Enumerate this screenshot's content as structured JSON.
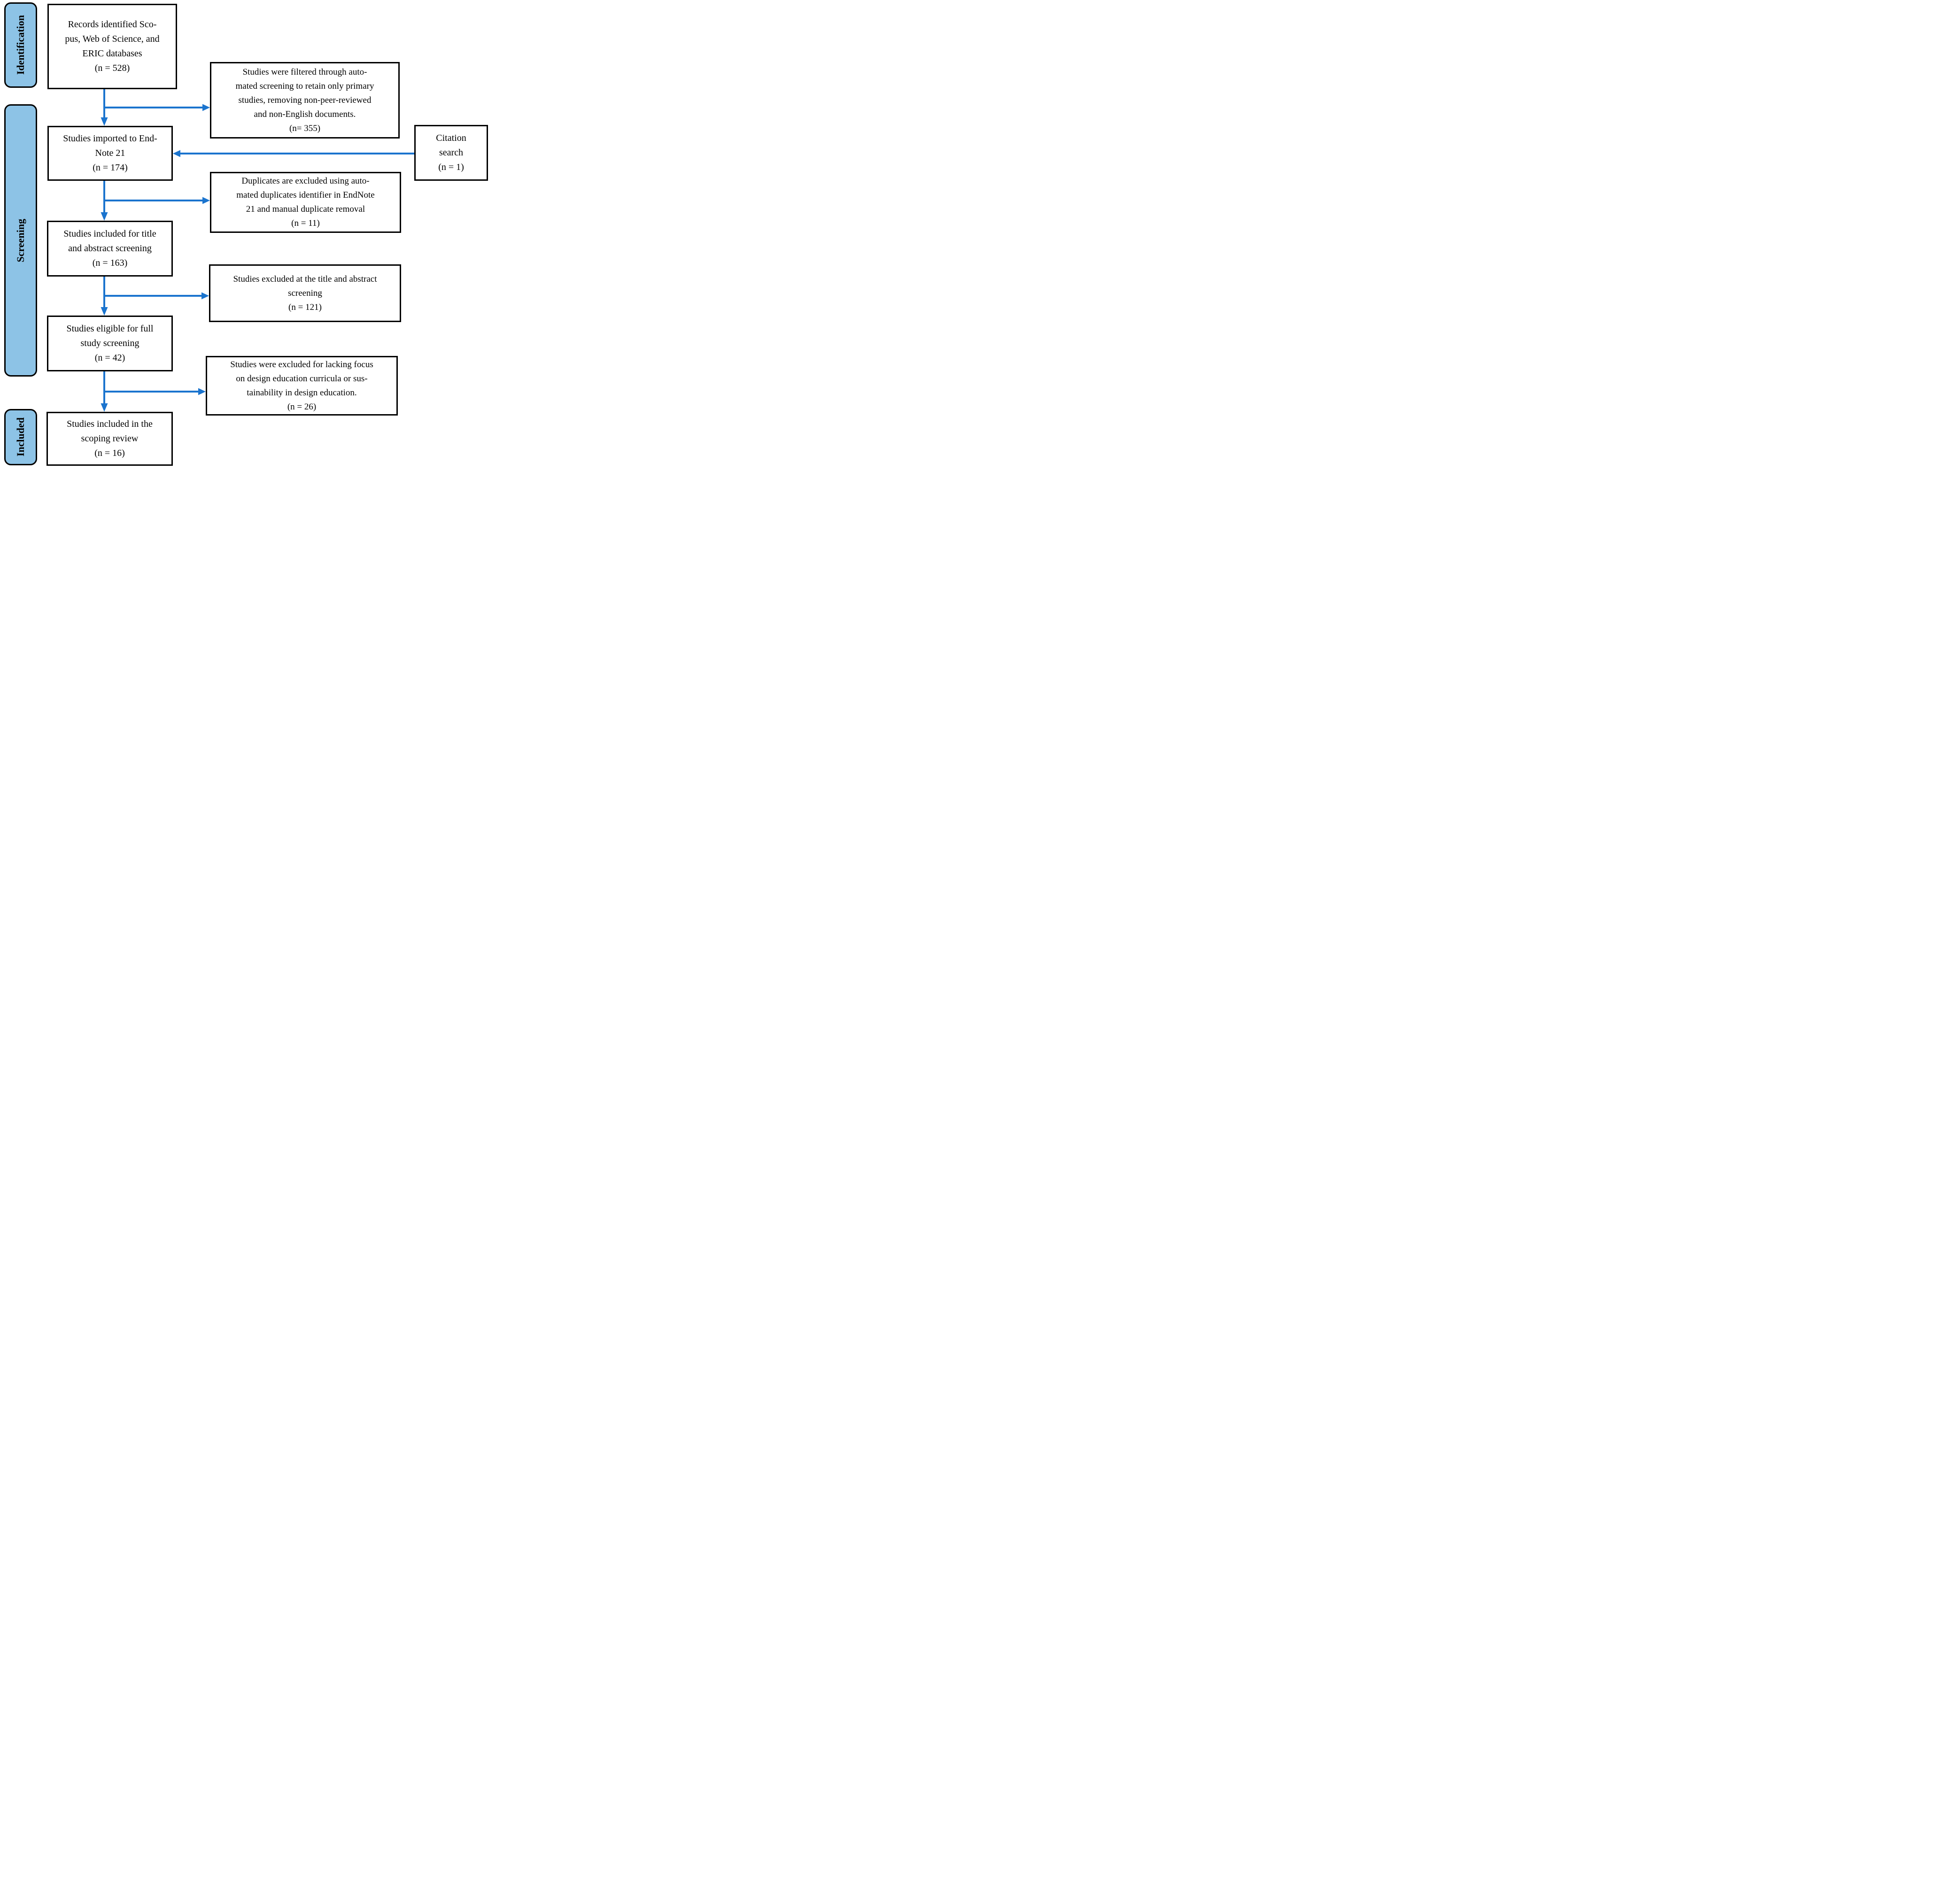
{
  "title": "PRISMA scoping review flow diagram",
  "colors": {
    "arrow_blue": "#1B74CE",
    "stage_label_fill": "#8DC3E6",
    "box_border": "#000000",
    "box_fill": "#FFFFFF",
    "text": "#000000"
  },
  "sidebar": {
    "identification": "Identification",
    "screening": "Screening",
    "included": "Included"
  },
  "flow": {
    "records": "Records identified Sco-\npus, Web of Science, and\nERIC databases\n(n = 528)",
    "filtered": "Studies were filtered through auto-\nmated screening to retain only primary\nstudies, removing non-peer-reviewed\nand non-English documents.\n(n= 355)",
    "citation": "Citation\nsearch\n(n = 1)",
    "imported": "Studies imported to End-\nNote 21\n(n = 174)",
    "duplicates": "Duplicates are excluded using auto-\nmated duplicates identifier in EndNote\n21 and manual duplicate removal\n(n = 11)",
    "title_abstract": "Studies included for title\nand abstract screening\n(n = 163)",
    "excluded_title": "Studies excluded at the title and abstract\nscreening\n(n = 121)",
    "eligible": "Studies eligible for full\nstudy screening\n(n = 42)",
    "excluded_focus": "Studies were excluded for lacking focus\non design education curricula or sus-\ntainability in design education.\n(n = 26)",
    "included_review": "Studies included in the\nscoping review\n(n = 16)"
  },
  "counts": {
    "records_identified": 528,
    "filtered_out": 355,
    "imported_endnote": 174,
    "citation_search": 1,
    "duplicates_removed": 11,
    "title_abstract_screening": 163,
    "excluded_title_abstract": 121,
    "full_study_screening": 42,
    "excluded_lacking_focus": 26,
    "included_scoping_review": 16
  }
}
